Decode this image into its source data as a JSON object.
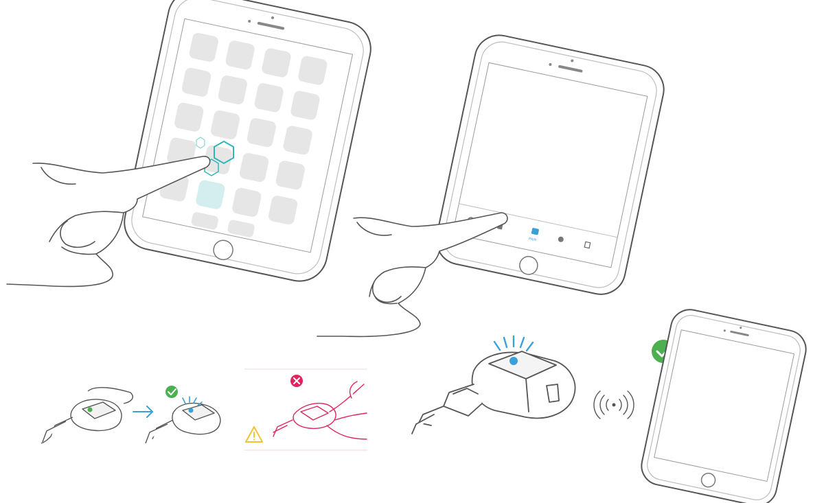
{
  "illustration": {
    "steps": [
      {
        "id": "open-app",
        "kind": "phone-home-screen-tap"
      },
      {
        "id": "tap-tab",
        "kind": "phone-app-tab-bar-tap"
      },
      {
        "id": "press-device-button",
        "kind": "device-press-sequence"
      },
      {
        "id": "device-pairing",
        "kind": "device-broadcast-to-phone"
      }
    ],
    "tab_bar": {
      "active_label": "PAIR"
    },
    "icons": {
      "app_icon": "hexagon-app-icon",
      "success": "checkmark-circle-icon",
      "error": "close-circle-icon",
      "warning": "warning-triangle-icon",
      "wireless": "wireless-signal-icon",
      "arrow": "arrow-right-icon"
    },
    "colors": {
      "line": "#555555",
      "light_line": "#bdbdbd",
      "tile": "#e6e6e6",
      "accent_blue": "#3aa0d8",
      "app_teal": "#2fb7b7",
      "success_green": "#4caf50",
      "error_red": "#e0245e",
      "warning_yellow": "#f2c233",
      "device_green": "#4caf50"
    }
  }
}
